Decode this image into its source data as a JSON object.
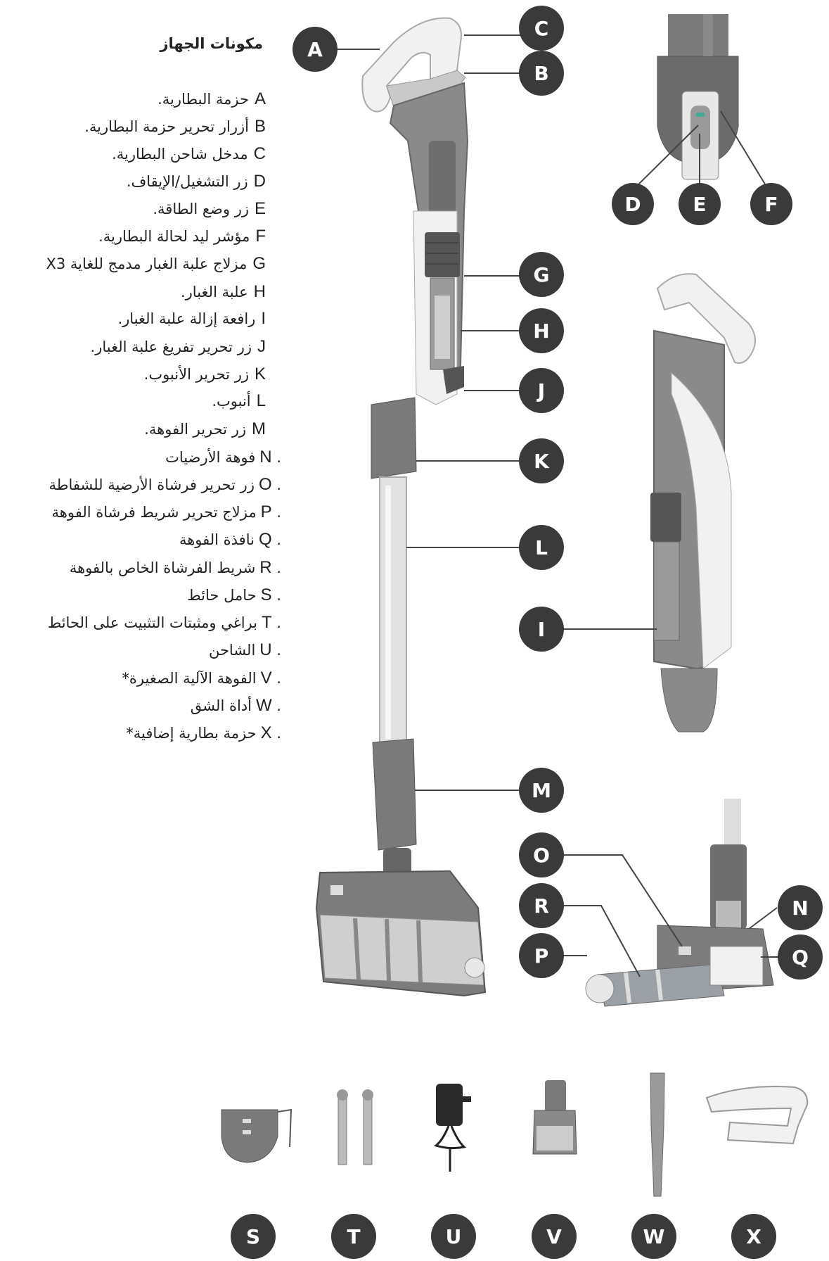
{
  "title": "مكونات الجهاز",
  "parts": [
    {
      "letter": "A",
      "text": "حزمة البطارية."
    },
    {
      "letter": "B",
      "text": "أزرار تحرير حزمة البطارية."
    },
    {
      "letter": "C",
      "text": "مدخل شاحن البطارية."
    },
    {
      "letter": "D",
      "text": "زر التشغيل/الإيقاف."
    },
    {
      "letter": "E",
      "text": "زر وضع الطاقة."
    },
    {
      "letter": "F",
      "text": "مؤشر ليد لحالة البطارية."
    },
    {
      "letter": "G",
      "text": "مزلاج علبة الغبار مدمج للغاية X3"
    },
    {
      "letter": "H",
      "text": "علبة الغبار."
    },
    {
      "letter": "I",
      "text": "رافعة إزالة علبة الغبار."
    },
    {
      "letter": "J",
      "text": "زر تحرير تفريغ علبة الغبار."
    },
    {
      "letter": "K",
      "text": "زر تحرير الأنبوب."
    },
    {
      "letter": "L",
      "text": "أنبوب."
    },
    {
      "letter": "M",
      "text": "زر تحرير الفوهة."
    },
    {
      "letter": "N",
      "text": "فوهة الأرضيات"
    },
    {
      "letter": "O",
      "text": "زر تحرير فرشاة الأرضية للشفاطة"
    },
    {
      "letter": "P",
      "text": "مزلاج تحرير شريط فرشاة الفوهة"
    },
    {
      "letter": "Q",
      "text": "نافذة الفوهة"
    },
    {
      "letter": "R",
      "text": "شريط الفرشاة الخاص بالفوهة"
    },
    {
      "letter": "S",
      "text": "حامل حائط"
    },
    {
      "letter": "T",
      "text": "براغي ومثبتات التثبيت على الحائط"
    },
    {
      "letter": "U",
      "text": "الشاحن"
    },
    {
      "letter": "V",
      "text": "الفوهة الآلية الصغيرة*"
    },
    {
      "letter": "W",
      "text": "أداة الشق"
    },
    {
      "letter": "X",
      "text": "حزمة بطارية إضافية*"
    }
  ],
  "colors": {
    "badge": "#3a3a3a",
    "body": "#8a8a8a",
    "body_dark": "#6e6e6e",
    "white_part": "#f1f1f1",
    "tube": "#dcdcdc",
    "leader": "#444444"
  }
}
